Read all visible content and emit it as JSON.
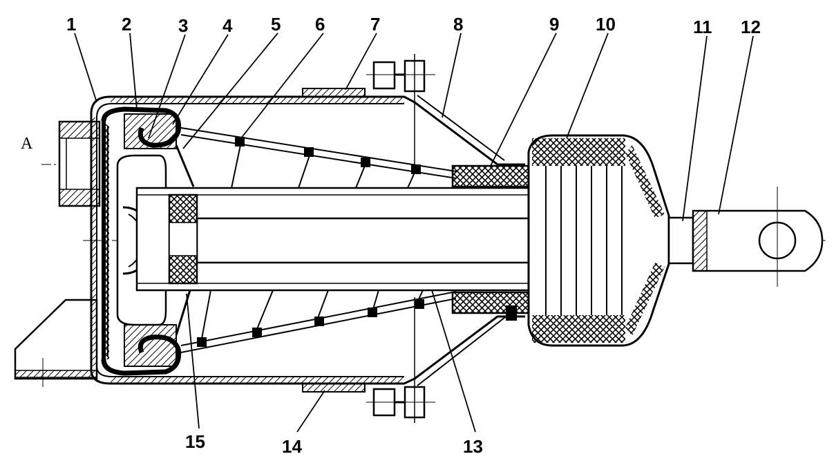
{
  "figure": {
    "port_label": "A",
    "callouts": [
      {
        "id": "c1",
        "text": "1"
      },
      {
        "id": "c2",
        "text": "2"
      },
      {
        "id": "c3",
        "text": "3"
      },
      {
        "id": "c4",
        "text": "4"
      },
      {
        "id": "c5",
        "text": "5"
      },
      {
        "id": "c6",
        "text": "6"
      },
      {
        "id": "c7",
        "text": "7"
      },
      {
        "id": "c8",
        "text": "8"
      },
      {
        "id": "c9",
        "text": "9"
      },
      {
        "id": "c10",
        "text": "10"
      },
      {
        "id": "c11",
        "text": "11"
      },
      {
        "id": "c12",
        "text": "12"
      },
      {
        "id": "c13",
        "text": "13"
      },
      {
        "id": "c14",
        "text": "14"
      },
      {
        "id": "c15",
        "text": "15"
      }
    ]
  }
}
